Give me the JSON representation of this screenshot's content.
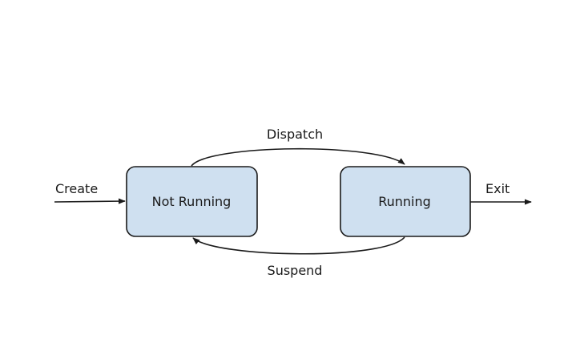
{
  "diagram": {
    "states": [
      {
        "id": "not_running",
        "label": "Not Running",
        "fill": "#cfe0f0"
      },
      {
        "id": "running",
        "label": "Running",
        "fill": "#cfe0f0"
      }
    ],
    "transitions": [
      {
        "id": "create",
        "label": "Create",
        "from": "",
        "to": "not_running"
      },
      {
        "id": "dispatch",
        "label": "Dispatch",
        "from": "not_running",
        "to": "running"
      },
      {
        "id": "suspend",
        "label": "Suspend",
        "from": "running",
        "to": "not_running"
      },
      {
        "id": "exit",
        "label": "Exit",
        "from": "running",
        "to": ""
      }
    ],
    "colors": {
      "state_fill": "#cfe0f0",
      "stroke": "#1a1a1a"
    }
  }
}
